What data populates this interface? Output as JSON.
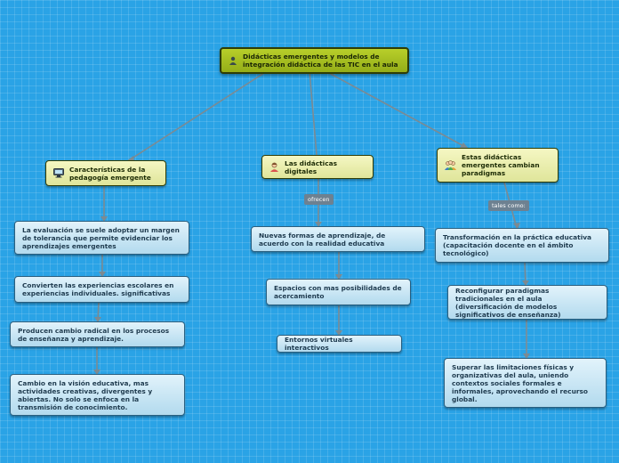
{
  "root": {
    "title": "Didácticas emergentes y modelos de integración didáctica de las TIC en el aula",
    "icon": "person-icon"
  },
  "branches": [
    {
      "title": "Características de la pedagogía emergente",
      "icon": "computer-monitor-icon",
      "connector_label": "",
      "items": [
        "La evaluación se suele adoptar un margen de tolerancia que permite evidenciar los aprendizajes emergentes",
        "Convierten las experiencias escolares en experiencias individuales. significativas",
        "Producen cambio radical en los procesos de enseñanza y aprendizaje.",
        "Cambio en la visión educativa, mas actividades creativas, divergentes y abiertas. No solo se enfoca en la transmisión de conocimiento."
      ]
    },
    {
      "title": "Las didácticas digitales",
      "icon": "teacher-icon",
      "connector_label": "ofrecen",
      "items": [
        "Nuevas formas de aprendizaje, de acuerdo con la realidad educativa",
        "Espacios con mas posibilidades de acercamiento",
        "Entornos virtuales interactivos"
      ]
    },
    {
      "title": "Estas didácticas emergentes cambian paradigmas",
      "icon": "group-icon",
      "connector_label": "tales como:",
      "items": [
        "Transformación en la práctica educativa (capacitación docente en el ámbito tecnológico)",
        "Reconfigurar paradigmas tradicionales en el aula (diversificación de modelos significativos de enseñanza)",
        "Superar las limitaciones físicas y organizativas del aula, uniendo contextos sociales formales e informales, aprovechando el recurso global."
      ]
    }
  ],
  "colors": {
    "background": "#2aa3e6",
    "root": "#a4bd20",
    "topic": "#eef1b4",
    "subtopic": "#c7e6f5",
    "connector": "#7c8a92",
    "label": "#6d8191"
  }
}
